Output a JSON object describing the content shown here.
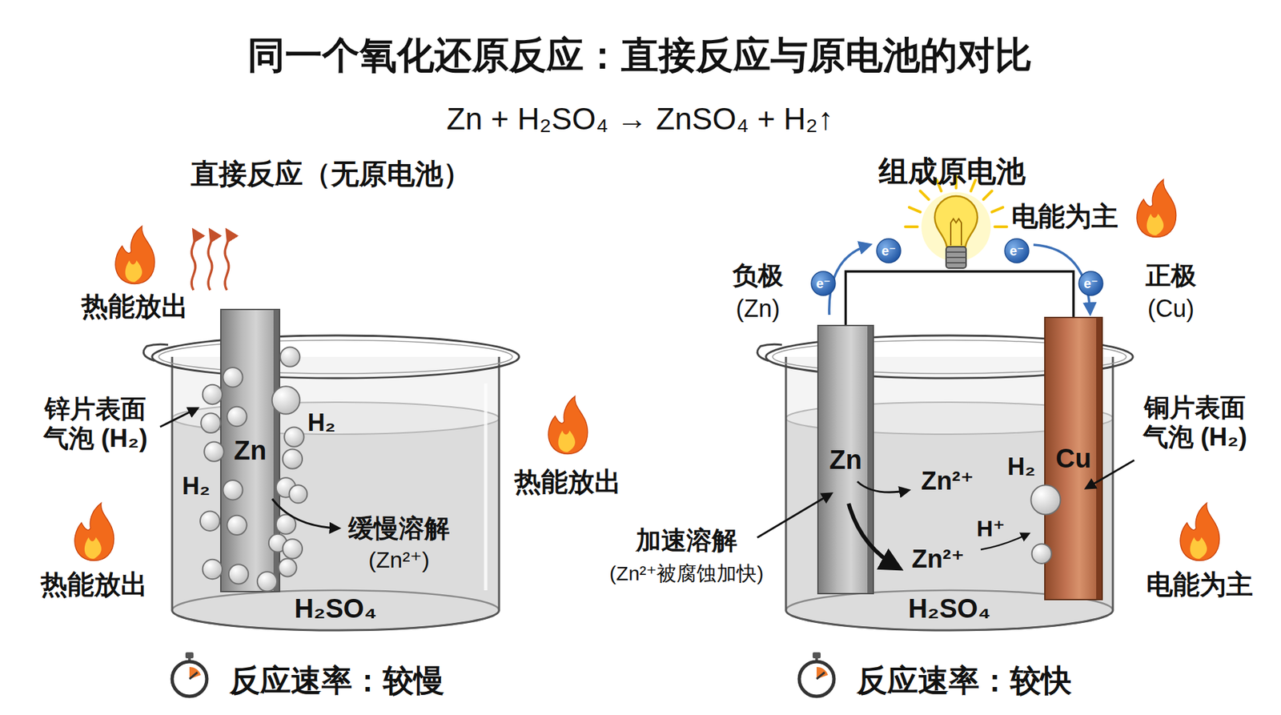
{
  "diagram": {
    "title": "同一个氧化还原反应：直接反应与原电池的对比",
    "nodes": [
      {
        "text": [
          "H₂SO₄"
        ]
      },
      {
        "text": [
          "Zn"
        ],
        "in": 0
      },
      {
        "text": [
          "H₂SO₄"
        ]
      },
      {
        "text": [
          "Zn"
        ],
        "in": 2
      },
      {
        "text": [
          "Cu"
        ],
        "in": 2
      }
    ],
    "edges": [
      {
        "from": 3,
        "to": 4,
        "arrow": "none"
      }
    ],
    "labels": [
      "Zn + H₂SO₄ → ZnSO₄ + H₂↑",
      "直接反应（无原电池）",
      "组成原电池",
      "热能放出",
      "锌片表面 气泡 (H₂)",
      "H₂",
      "H₂",
      "缓慢溶解",
      "(Zn²⁺)",
      "热能放出",
      "热能放出",
      "反应速率：较慢",
      "负极",
      "(Zn)",
      "e⁻",
      "e⁻",
      "e⁻",
      "e⁻",
      "电能为主",
      "正极",
      "(Cu)",
      "铜片表面 气泡 (H₂)",
      "H₂",
      "Zn²⁺",
      "H⁺",
      "加速溶解",
      "(Zn²⁺被腐蚀加快)",
      "Zn²⁺",
      "电能为主",
      "反应速率：较快"
    ]
  }
}
